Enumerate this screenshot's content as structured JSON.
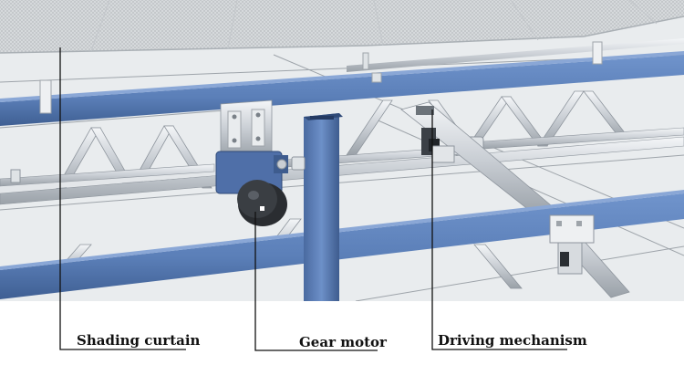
{
  "labels": {
    "shading_curtain": "Shading curtain",
    "gear_motor": "Gear motor",
    "driving_mechanism": "Driving mechanism"
  },
  "colors": {
    "beam_blue": "#5b7fb8",
    "beam_blue_dark": "#3f5f93",
    "steel": "#c9ced4",
    "steel_dark": "#8e959d",
    "curtain": "#cfd3d6",
    "leader_line": "#111111"
  }
}
